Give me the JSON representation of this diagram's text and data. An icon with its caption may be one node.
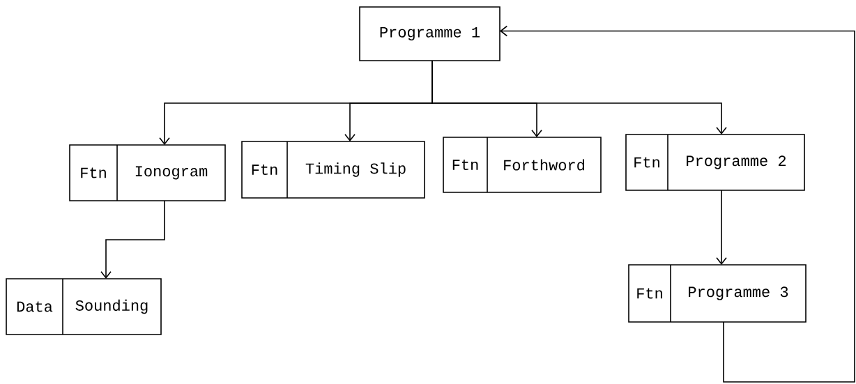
{
  "diagram": {
    "nodes": [
      {
        "text": [
          "Programme 1"
        ]
      },
      {
        "text": [
          "Ftn",
          "Ionogram"
        ]
      },
      {
        "text": [
          "Ftn",
          "Timing Slip"
        ]
      },
      {
        "text": [
          "Ftn",
          "Forthword"
        ]
      },
      {
        "text": [
          "Ftn",
          "Programme 2"
        ]
      },
      {
        "text": [
          "Data",
          "Sounding"
        ]
      },
      {
        "text": [
          "Ftn",
          "Programme 3"
        ]
      }
    ],
    "edges": [
      {
        "from": 0,
        "to": 1,
        "arrow": "to"
      },
      {
        "from": 0,
        "to": 2,
        "arrow": "to"
      },
      {
        "from": 0,
        "to": 3,
        "arrow": "to"
      },
      {
        "from": 0,
        "to": 4,
        "arrow": "to"
      },
      {
        "from": 1,
        "to": 5,
        "arrow": "to"
      },
      {
        "from": 4,
        "to": 6,
        "arrow": "to"
      },
      {
        "from": 6,
        "to": 0,
        "arrow": "to"
      }
    ]
  }
}
